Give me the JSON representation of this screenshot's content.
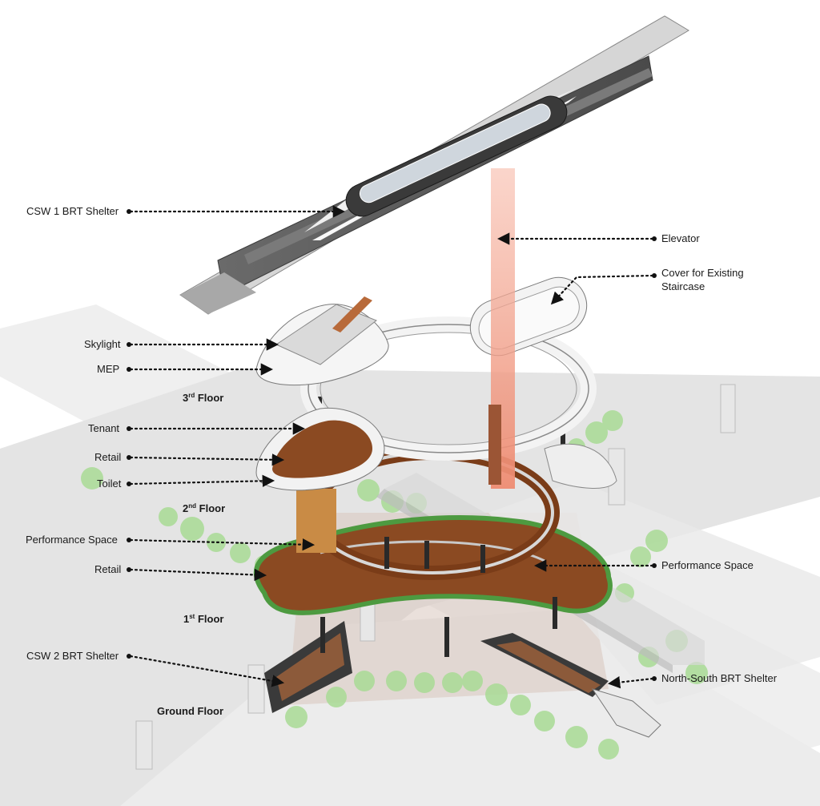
{
  "labels_left": [
    {
      "id": "csw1",
      "text": "CSW 1 BRT Shelter"
    },
    {
      "id": "skylight",
      "text": "Skylight"
    },
    {
      "id": "mep",
      "text": "MEP"
    },
    {
      "id": "tenant",
      "text": "Tenant"
    },
    {
      "id": "retail_top",
      "text": "Retail"
    },
    {
      "id": "toilet",
      "text": "Toilet"
    },
    {
      "id": "perf_left",
      "text": "Performance Space"
    },
    {
      "id": "retail_bottom",
      "text": "Retail"
    },
    {
      "id": "csw2",
      "text": "CSW 2 BRT Shelter"
    }
  ],
  "labels_right": [
    {
      "id": "elevator",
      "text": "Elevator"
    },
    {
      "id": "cover_line1",
      "text": "Cover for Existing"
    },
    {
      "id": "cover_line2",
      "text": "Staircase"
    },
    {
      "id": "perf_right",
      "text": "Performance Space"
    },
    {
      "id": "ns",
      "text": "North-South BRT Shelter"
    }
  ],
  "floors": [
    {
      "id": "f3",
      "num": "3",
      "sup": "rd",
      "word": "Floor"
    },
    {
      "id": "f2",
      "num": "2",
      "sup": "nd",
      "word": "Floor"
    },
    {
      "id": "f1",
      "num": "1",
      "sup": "st",
      "word": "Floor"
    },
    {
      "id": "g",
      "num": "",
      "sup": "",
      "word": "Ground Floor"
    }
  ],
  "colors": {
    "elevator": "#f4a08a",
    "wood": "#9a4e22",
    "green": "#4a9a3c",
    "tree": "#9fd48a",
    "roof": "#5a5a5a",
    "leader": "#111111"
  }
}
